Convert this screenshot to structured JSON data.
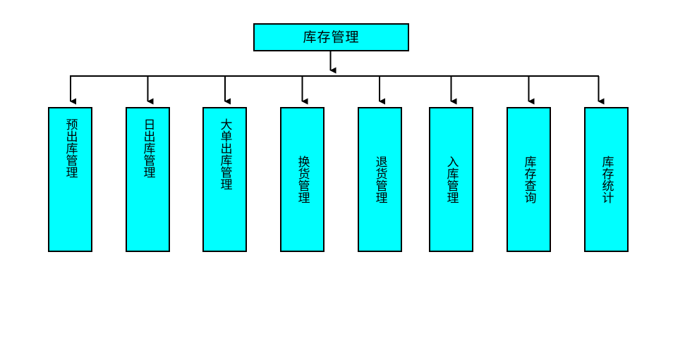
{
  "diagram": {
    "title": "库存管理",
    "type": "tree",
    "root": {
      "label": "库存管理",
      "fill_color": "#00ffff",
      "border_color": "#000000"
    },
    "children": [
      {
        "label": "预出库管理",
        "char_count": 5
      },
      {
        "label": "日出库管理",
        "char_count": 5
      },
      {
        "label": "大单出库管理",
        "char_count": 6
      },
      {
        "label": "换货管理",
        "char_count": 4
      },
      {
        "label": "退货管理",
        "char_count": 4
      },
      {
        "label": "入库管理",
        "char_count": 4
      },
      {
        "label": "库存查询",
        "char_count": 4
      },
      {
        "label": "库存统计",
        "char_count": 4
      }
    ],
    "colors": {
      "node_fill": "#00ffff",
      "node_border": "#000000",
      "connector": "#000000",
      "background": "#ffffff"
    }
  }
}
